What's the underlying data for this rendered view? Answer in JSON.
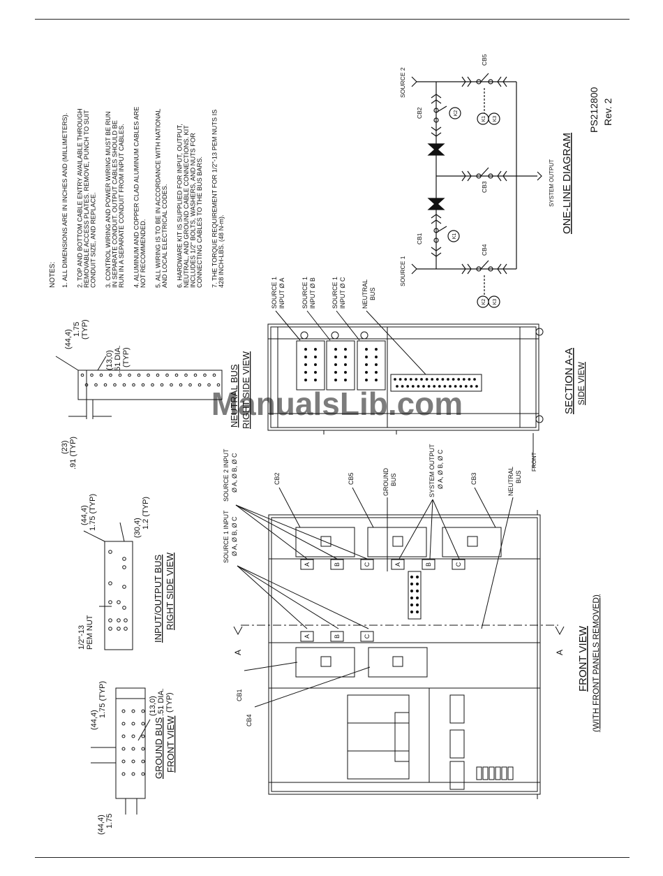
{
  "document": {
    "id": "PS212800",
    "rev": "Rev. 2",
    "watermark": "ManualsLib.com"
  },
  "notes": {
    "heading": "NOTES:",
    "items": [
      [
        "1. ALL DIMENSIONS ARE IN INCHES AND (MILLIMETERS)."
      ],
      [
        "2. TOP AND BOTTOM CABLE ENTRY AVAILABLE THROUGH",
        "REMOVABLE ACCESS PLATES. REMOVE, PUNCH TO SUIT",
        "CONDUIT SIZE, AND REPLACE."
      ],
      [
        "3. CONTROL WIRING AND POWER WIRING MUST BE RUN",
        "IN SEPARATE CONDUIT. OUTPUT CABLES SHOULD BE",
        "RUN IN A SEPARATE CONDUIT FROM INPUT CABLES."
      ],
      [
        "4. ALUMINUM AND COPPER CLAD ALUMINUM CABLES ARE",
        "NOT RECOMMENDED."
      ],
      [
        "5. ALL WIRING IS TO BE IN ACCORDANCE WITH NATIONAL",
        "AND LOCAL ELECTRICAL CODES."
      ],
      [
        "6. HARDWARE KIT IS SUPPLIED FOR INPUT, OUTPUT,",
        "NEUTRAL, AND GROUND CABLE CONNECTIONS. KIT",
        "INCLUDES 1/2\" BOLTS, WASHERS, AND NUTS FOR",
        "CONNECTING CABLES TO THE BUS BARS."
      ],
      [
        "7. THE TORQUE REQUIREMENT FOR 1/2\"-13 PEM NUTS IS",
        "428 INCH-LBS. (48 N-m)."
      ]
    ]
  },
  "one_line": {
    "title": "ONE-LINE DIAGRAM",
    "source1": "SOURCE 1",
    "source2": "SOURCE 2",
    "system_output": "SYSTEM OUTPUT",
    "breakers": [
      "CB1",
      "CB2",
      "CB3",
      "CB4",
      "CB5"
    ],
    "contacts": [
      "K1",
      "K2",
      "K1",
      "K3",
      "K2",
      "K3"
    ]
  },
  "section_view": {
    "title": "SECTION A-A",
    "subtitle": "SIDE VIEW",
    "labels": [
      [
        "SOURCE 1",
        "INPUT Ø A"
      ],
      [
        "SOURCE 1",
        "INPUT Ø B"
      ],
      [
        "SOURCE 1",
        "INPUT Ø C"
      ],
      [
        "NEUTRAL",
        "BUS"
      ]
    ],
    "front": "FRONT"
  },
  "neutral_bus": {
    "title": "NEUTRAL BUS",
    "subtitle": "RIGHT SIDE VIEW",
    "dim_pitch": [
      "(44,4)",
      "1.75",
      "(TYP)"
    ],
    "dim_hole": [
      "(13,0)",
      ".51 DIA.",
      "(TYP)"
    ],
    "dim_edge": [
      "(23)",
      ".91 (TYP)"
    ]
  },
  "io_bus": {
    "title": "INPUT/OUTPUT BUS",
    "subtitle": "RIGHT SIDE VIEW",
    "dim_pitch": [
      "(44,4)",
      "1.75  (TYP)"
    ],
    "dim_edge": [
      "(30,4)",
      "1.2  (TYP)"
    ],
    "nut": [
      "1/2\"-13",
      "PEM NUT"
    ]
  },
  "ground_bus": {
    "title": "GROUND BUS",
    "subtitle": "FRONT VIEW",
    "dim_pitch": [
      "(44,4)",
      "1.75  (TYP)"
    ],
    "dim_hole": [
      "(13,0)",
      ".51 DIA.",
      "(TYP)"
    ],
    "dim_side": [
      "(44,4)",
      "1.75"
    ]
  },
  "front_view": {
    "title": "FRONT VIEW",
    "subtitle": "(WITH FRONT PANELS REMOVED)",
    "section_mark": "A",
    "labels": {
      "source2_input": [
        "SOURCE 2 INPUT",
        "Ø A, Ø B, Ø C"
      ],
      "source1_input": [
        "SOURCE 1 INPUT",
        "Ø A, Ø B, Ø C"
      ],
      "system_output": [
        "SYSTEM OUTPUT",
        "Ø A, Ø B, Ø C"
      ],
      "ground_bus": [
        "GROUND",
        "BUS"
      ],
      "neutral_bus": [
        "NEUTRAL",
        "BUS"
      ],
      "cb1": "CB1",
      "cb2": "CB2",
      "cb3": "CB3",
      "cb4": "CB4",
      "cb5": "CB5"
    },
    "phase_tags": [
      "A",
      "B",
      "C",
      "A",
      "B",
      "C",
      "A",
      "B",
      "C"
    ]
  }
}
